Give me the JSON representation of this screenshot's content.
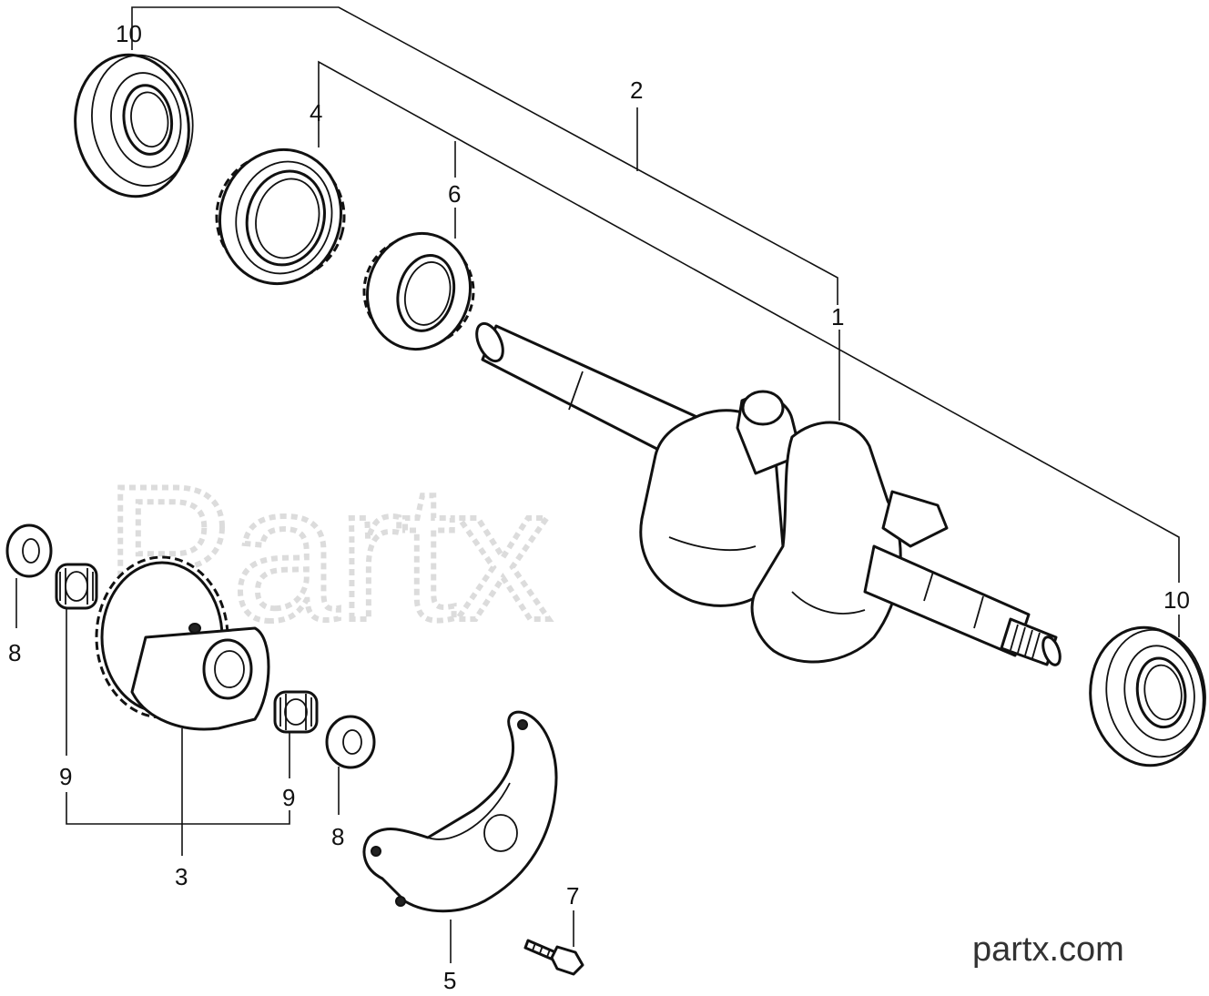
{
  "callouts": {
    "c10_top": "10",
    "c2": "2",
    "c4": "4",
    "c6": "6",
    "c1": "1",
    "c10_right": "10",
    "c8_left": "8",
    "c9_left": "9",
    "c3": "3",
    "c9_right": "9",
    "c8_right": "8",
    "c7": "7",
    "c5": "5"
  },
  "watermark": "Partx",
  "brand": "partx.com"
}
